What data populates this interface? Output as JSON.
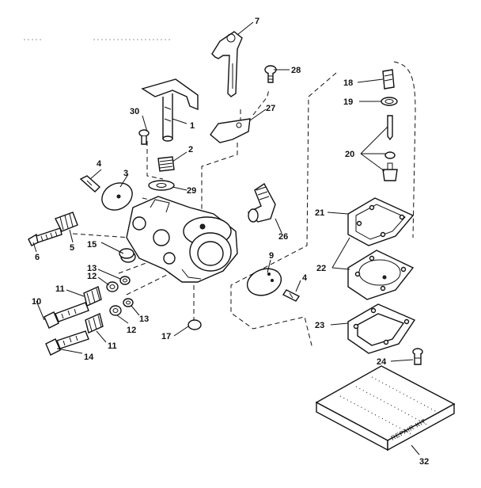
{
  "callouts": {
    "c1": "1",
    "c2": "2",
    "c3": "3",
    "c4a": "4",
    "c4b": "4",
    "c5": "5",
    "c6": "6",
    "c7": "7",
    "c9": "9",
    "c10": "10",
    "c11a": "11",
    "c11b": "11",
    "c12a": "12",
    "c12b": "12",
    "c13a": "13",
    "c13b": "13",
    "c14": "14",
    "c15": "15",
    "c17": "17",
    "c18": "18",
    "c19": "19",
    "c20": "20",
    "c21": "21",
    "c22": "22",
    "c23": "23",
    "c24": "24",
    "c26": "26",
    "c27": "27",
    "c28": "28",
    "c29": "29",
    "c30": "30",
    "c32": "32"
  },
  "repair_kit_label": "REPAIR KIT",
  "icons": [
    "carburetor-body",
    "throttle-shaft",
    "choke-shaft",
    "needle-valve",
    "diaphragm",
    "gasket",
    "repair-kit-box"
  ]
}
